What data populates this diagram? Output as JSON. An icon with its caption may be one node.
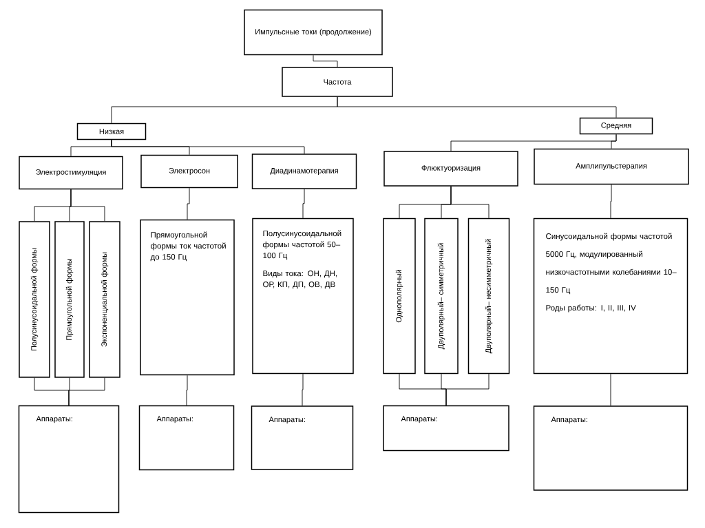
{
  "diagram": {
    "nodes": [
      {
        "text": [
          "Импульсные токи (продолжение)"
        ]
      },
      {
        "text": [
          "Частота"
        ]
      },
      {
        "text": [
          "Низкая"
        ]
      },
      {
        "text": [
          "Средняя"
        ]
      },
      {
        "text": [
          "Электростимуляция"
        ]
      },
      {
        "text": [
          "Электросон"
        ]
      },
      {
        "text": [
          "Диадинамотерапия"
        ]
      },
      {
        "text": [
          "Флюктуоризация"
        ]
      },
      {
        "text": [
          "Амплипульстерапия"
        ]
      },
      {
        "text": [
          "Полусинусоидальной формы"
        ]
      },
      {
        "text": [
          "Прямоугольной формы"
        ]
      },
      {
        "text": [
          "Экспоненциальной формы"
        ]
      },
      {
        "text": [
          "Прямоугольной формы ток частотой до 150 Гц"
        ]
      },
      {
        "text": [
          "Полусинусоидальной формы частотой 50–100 Гц",
          "Виды тока: ОН, ДН, ОР, КП, ДП, ОВ, ДВ"
        ]
      },
      {
        "text": [
          "Однополярный"
        ]
      },
      {
        "text": [
          "Двуполярный– симметричный"
        ]
      },
      {
        "text": [
          "Двуполярный– несимметричный"
        ]
      },
      {
        "text": [
          "Синусоидальной формы частотой 5000 Гц, модулированный низкочастотными колебаниями 10–150 Гц",
          "Роды работы: I, II, III, IV"
        ]
      },
      {
        "text": [
          "Аппараты:"
        ]
      },
      {
        "text": [
          "Аппараты:"
        ]
      },
      {
        "text": [
          "Аппараты:"
        ]
      },
      {
        "text": [
          "Аппараты:"
        ]
      },
      {
        "text": [
          "Аппараты:"
        ]
      }
    ],
    "edges": [
      {
        "from": 0,
        "to": 1,
        "arrow": "none"
      },
      {
        "from": 1,
        "to": 2,
        "arrow": "none"
      },
      {
        "from": 1,
        "to": 3,
        "arrow": "none"
      },
      {
        "from": 2,
        "to": 4,
        "arrow": "none"
      },
      {
        "from": 2,
        "to": 5,
        "arrow": "none"
      },
      {
        "from": 2,
        "to": 6,
        "arrow": "none"
      },
      {
        "from": 3,
        "to": 7,
        "arrow": "none"
      },
      {
        "from": 3,
        "to": 8,
        "arrow": "none"
      },
      {
        "from": 4,
        "to": 9,
        "arrow": "none"
      },
      {
        "from": 4,
        "to": 10,
        "arrow": "none"
      },
      {
        "from": 4,
        "to": 11,
        "arrow": "none"
      },
      {
        "from": 5,
        "to": 12,
        "arrow": "none"
      },
      {
        "from": 6,
        "to": 13,
        "arrow": "none"
      },
      {
        "from": 7,
        "to": 14,
        "arrow": "none"
      },
      {
        "from": 7,
        "to": 15,
        "arrow": "none"
      },
      {
        "from": 7,
        "to": 16,
        "arrow": "none"
      },
      {
        "from": 8,
        "to": 17,
        "arrow": "none"
      },
      {
        "from": 9,
        "to": 18,
        "arrow": "none"
      },
      {
        "from": 10,
        "to": 18,
        "arrow": "none"
      },
      {
        "from": 11,
        "to": 18,
        "arrow": "none"
      },
      {
        "from": 12,
        "to": 19,
        "arrow": "none"
      },
      {
        "from": 13,
        "to": 20,
        "arrow": "none"
      },
      {
        "from": 14,
        "to": 21,
        "arrow": "none"
      },
      {
        "from": 15,
        "to": 21,
        "arrow": "none"
      },
      {
        "from": 16,
        "to": 21,
        "arrow": "none"
      },
      {
        "from": 17,
        "to": 22,
        "arrow": "none"
      }
    ]
  }
}
